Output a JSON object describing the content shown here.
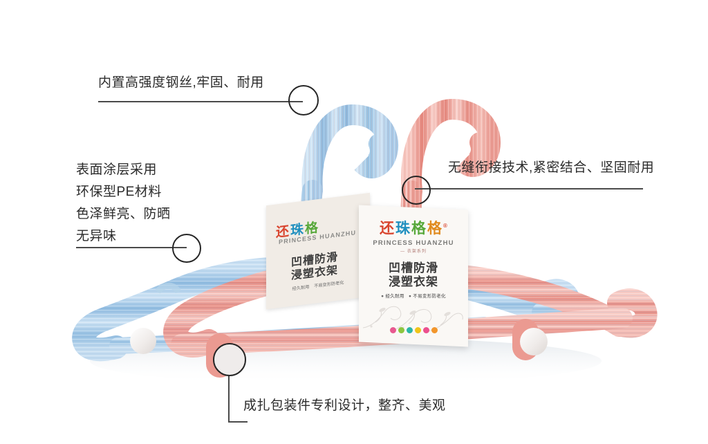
{
  "image": {
    "subject": "plastic-coated clothes hangers product photo with feature callouts",
    "background_color": "#ffffff"
  },
  "annotations": [
    {
      "id": "top",
      "text": "内置高强度钢丝,牢固、耐用",
      "marker": "circle-callout-hook-blue"
    },
    {
      "id": "left",
      "lines": [
        "表面涂层采用",
        "环保型PE材料",
        "色泽鲜亮、防晒",
        "无异味"
      ],
      "marker": "circle-callout-arm-blue"
    },
    {
      "id": "right",
      "text": "无缝衔接技术,紧密结合、坚固耐用",
      "marker": "circle-callout-hook-pink"
    },
    {
      "id": "bottom",
      "text": "成扎包装件专利设计，整齐、美观",
      "marker": "circle-callout-endcap-white"
    }
  ],
  "product_label": {
    "brand_cn": [
      "还",
      "珠",
      "格",
      "格"
    ],
    "brand_colors": [
      "#d9452f",
      "#1f8fbf",
      "#57a83a",
      "#e08a1e"
    ],
    "registered_mark": "®",
    "brand_en": "PRINCESS HUANZHU",
    "brand_sub": "— 衣架系列",
    "product_title_line1": "凹槽防滑",
    "product_title_line2": "浸塑衣架",
    "bullet_1": "经久耐用",
    "bullet_2": "不易变形防老化",
    "dot_colors": [
      "#e8588f",
      "#8cc63f",
      "#2bb6a6",
      "#f0c419",
      "#ec4f8e",
      "#f2962c"
    ]
  },
  "product_colors": {
    "hanger_blue": "#9cc4e4",
    "hanger_blue_light": "#d3e6f5",
    "hanger_pink": "#ec9188",
    "hanger_pink_light": "#f7c3bc",
    "end_cap": "#efeceb",
    "label_paper": "#faf8f5"
  }
}
